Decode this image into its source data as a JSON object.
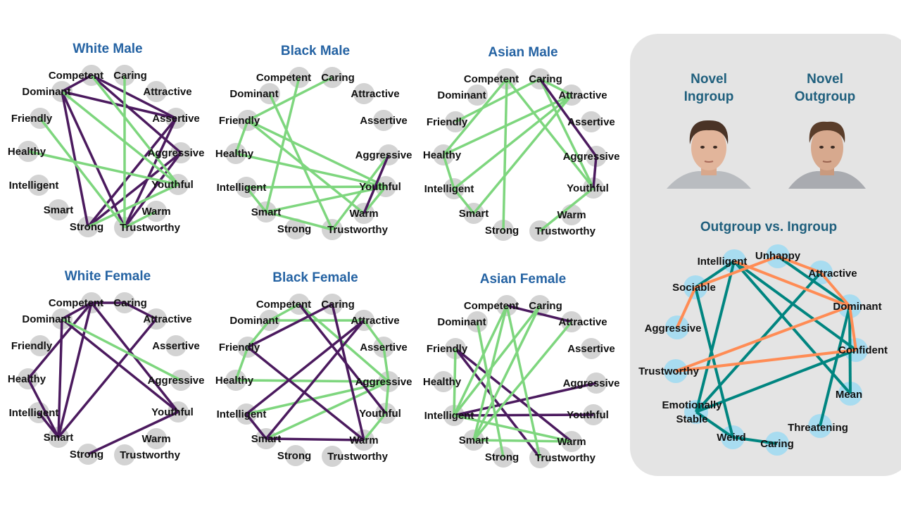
{
  "colors": {
    "negative": "#4b1a5e",
    "positive": "#7ed67e",
    "node": "#d3d3d3",
    "rnode": "#a8dcf0",
    "teal": "#008580",
    "orange": "#ff8c55",
    "title": "#2563a3",
    "panel_bg": "#e4e4e4"
  },
  "panels": [
    {
      "title": "White Male",
      "nodes": [
        "Competent",
        "Caring",
        "Attractive",
        "Assertive",
        "Aggressive",
        "Youthful",
        "Warm",
        "Trustworthy",
        "Strong",
        "Smart",
        "Intelligent",
        "Healthy",
        "Friendly",
        "Dominant"
      ],
      "edges": [
        [
          "Dominant",
          "Competent",
          "negative"
        ],
        [
          "Dominant",
          "Assertive",
          "negative"
        ],
        [
          "Dominant",
          "Strong",
          "negative"
        ],
        [
          "Dominant",
          "Trustworthy",
          "negative"
        ],
        [
          "Competent",
          "Assertive",
          "negative"
        ],
        [
          "Competent",
          "Aggressive",
          "negative"
        ],
        [
          "Assertive",
          "Strong",
          "negative"
        ],
        [
          "Assertive",
          "Trustworthy",
          "negative"
        ],
        [
          "Aggressive",
          "Strong",
          "negative"
        ],
        [
          "Aggressive",
          "Trustworthy",
          "negative"
        ],
        [
          "Caring",
          "Trustworthy",
          "positive"
        ],
        [
          "Competent",
          "Youthful",
          "positive"
        ],
        [
          "Dominant",
          "Youthful",
          "positive"
        ],
        [
          "Friendly",
          "Trustworthy",
          "positive"
        ],
        [
          "Healthy",
          "Youthful",
          "positive"
        ],
        [
          "Youthful",
          "Strong",
          "positive"
        ],
        [
          "Warm",
          "Trustworthy",
          "positive"
        ]
      ]
    },
    {
      "title": "Black Male",
      "nodes": [
        "Competent",
        "Caring",
        "Attractive",
        "Assertive",
        "Aggressive",
        "Youthful",
        "Warm",
        "Trustworthy",
        "Strong",
        "Smart",
        "Intelligent",
        "Healthy",
        "Friendly",
        "Dominant"
      ],
      "edges": [
        [
          "Caring",
          "Friendly",
          "positive"
        ],
        [
          "Competent",
          "Smart",
          "positive"
        ],
        [
          "Dominant",
          "Trustworthy",
          "positive"
        ],
        [
          "Friendly",
          "Healthy",
          "positive"
        ],
        [
          "Friendly",
          "Youthful",
          "positive"
        ],
        [
          "Friendly",
          "Warm",
          "positive"
        ],
        [
          "Healthy",
          "Youthful",
          "positive"
        ],
        [
          "Intelligent",
          "Youthful",
          "positive"
        ],
        [
          "Intelligent",
          "Smart",
          "positive"
        ],
        [
          "Smart",
          "Youthful",
          "positive"
        ],
        [
          "Smart",
          "Trustworthy",
          "positive"
        ],
        [
          "Aggressive",
          "Trustworthy",
          "positive"
        ],
        [
          "Youthful",
          "Warm",
          "positive"
        ],
        [
          "Aggressive",
          "Warm",
          "negative"
        ]
      ]
    },
    {
      "title": "Asian Male",
      "nodes": [
        "Competent",
        "Caring",
        "Attractive",
        "Assertive",
        "Aggressive",
        "Youthful",
        "Warm",
        "Trustworthy",
        "Strong",
        "Smart",
        "Intelligent",
        "Healthy",
        "Friendly",
        "Dominant"
      ],
      "edges": [
        [
          "Competent",
          "Healthy",
          "positive"
        ],
        [
          "Competent",
          "Strong",
          "positive"
        ],
        [
          "Competent",
          "Youthful",
          "positive"
        ],
        [
          "Caring",
          "Friendly",
          "positive"
        ],
        [
          "Caring",
          "Attractive",
          "positive"
        ],
        [
          "Caring",
          "Youthful",
          "positive"
        ],
        [
          "Attractive",
          "Healthy",
          "positive"
        ],
        [
          "Attractive",
          "Intelligent",
          "positive"
        ],
        [
          "Attractive",
          "Smart",
          "positive"
        ],
        [
          "Healthy",
          "Intelligent",
          "positive"
        ],
        [
          "Intelligent",
          "Smart",
          "positive"
        ],
        [
          "Youthful",
          "Trustworthy",
          "positive"
        ],
        [
          "Caring",
          "Aggressive",
          "negative"
        ],
        [
          "Aggressive",
          "Youthful",
          "negative"
        ]
      ]
    },
    {
      "title": "White Female",
      "nodes": [
        "Competent",
        "Caring",
        "Attractive",
        "Assertive",
        "Aggressive",
        "Youthful",
        "Warm",
        "Trustworthy",
        "Strong",
        "Smart",
        "Intelligent",
        "Healthy",
        "Friendly",
        "Dominant"
      ],
      "edges": [
        [
          "Dominant",
          "Competent",
          "negative"
        ],
        [
          "Competent",
          "Caring",
          "negative"
        ],
        [
          "Caring",
          "Attractive",
          "negative"
        ],
        [
          "Competent",
          "Healthy",
          "negative"
        ],
        [
          "Competent",
          "Smart",
          "negative"
        ],
        [
          "Dominant",
          "Smart",
          "negative"
        ],
        [
          "Competent",
          "Youthful",
          "negative"
        ],
        [
          "Dominant",
          "Youthful",
          "negative"
        ],
        [
          "Attractive",
          "Smart",
          "negative"
        ],
        [
          "Healthy",
          "Smart",
          "negative"
        ],
        [
          "Intelligent",
          "Smart",
          "negative"
        ],
        [
          "Youthful",
          "Strong",
          "negative"
        ],
        [
          "Dominant",
          "Aggressive",
          "positive"
        ]
      ]
    },
    {
      "title": "Black Female",
      "nodes": [
        "Competent",
        "Caring",
        "Attractive",
        "Assertive",
        "Aggressive",
        "Youthful",
        "Warm",
        "Trustworthy",
        "Strong",
        "Smart",
        "Intelligent",
        "Healthy",
        "Friendly",
        "Dominant"
      ],
      "edges": [
        [
          "Dominant",
          "Competent",
          "positive"
        ],
        [
          "Dominant",
          "Attractive",
          "positive"
        ],
        [
          "Dominant",
          "Friendly",
          "positive"
        ],
        [
          "Friendly",
          "Healthy",
          "positive"
        ],
        [
          "Competent",
          "Aggressive",
          "positive"
        ],
        [
          "Attractive",
          "Assertive",
          "positive"
        ],
        [
          "Assertive",
          "Aggressive",
          "positive"
        ],
        [
          "Healthy",
          "Aggressive",
          "positive"
        ],
        [
          "Intelligent",
          "Aggressive",
          "positive"
        ],
        [
          "Smart",
          "Aggressive",
          "positive"
        ],
        [
          "Aggressive",
          "Youthful",
          "positive"
        ],
        [
          "Youthful",
          "Warm",
          "positive"
        ],
        [
          "Caring",
          "Friendly",
          "negative"
        ],
        [
          "Competent",
          "Youthful",
          "negative"
        ],
        [
          "Caring",
          "Warm",
          "negative"
        ],
        [
          "Attractive",
          "Intelligent",
          "negative"
        ],
        [
          "Attractive",
          "Smart",
          "negative"
        ],
        [
          "Friendly",
          "Warm",
          "negative"
        ],
        [
          "Intelligent",
          "Smart",
          "negative"
        ],
        [
          "Smart",
          "Warm",
          "negative"
        ]
      ]
    },
    {
      "title": "Asian Female",
      "nodes": [
        "Competent",
        "Caring",
        "Attractive",
        "Assertive",
        "Aggressive",
        "Youthful",
        "Warm",
        "Trustworthy",
        "Strong",
        "Smart",
        "Intelligent",
        "Healthy",
        "Friendly",
        "Dominant"
      ],
      "edges": [
        [
          "Competent",
          "Attractive",
          "negative"
        ],
        [
          "Friendly",
          "Warm",
          "negative"
        ],
        [
          "Friendly",
          "Trustworthy",
          "negative"
        ],
        [
          "Intelligent",
          "Aggressive",
          "negative"
        ],
        [
          "Intelligent",
          "Youthful",
          "negative"
        ],
        [
          "Competent",
          "Intelligent",
          "positive"
        ],
        [
          "Competent",
          "Smart",
          "positive"
        ],
        [
          "Competent",
          "Trustworthy",
          "positive"
        ],
        [
          "Caring",
          "Intelligent",
          "positive"
        ],
        [
          "Caring",
          "Smart",
          "positive"
        ],
        [
          "Attractive",
          "Smart",
          "positive"
        ],
        [
          "Dominant",
          "Strong",
          "positive"
        ],
        [
          "Friendly",
          "Intelligent",
          "positive"
        ],
        [
          "Intelligent",
          "Warm",
          "positive"
        ],
        [
          "Smart",
          "Warm",
          "positive"
        ]
      ]
    }
  ],
  "comparison": {
    "ingroup_title_line1": "Novel",
    "ingroup_title_line2": "Ingroup",
    "outgroup_title_line1": "Novel",
    "outgroup_title_line2": "Outgroup",
    "network_title": "Outgroup vs. Ingroup",
    "nodes": [
      "Intelligent",
      "Unhappy",
      "Attractive",
      "Dominant",
      "Confident",
      "Mean",
      "Threatening",
      "Caring",
      "Weird",
      "Emotionally Stable",
      "Trustworthy",
      "Aggressive",
      "Sociable"
    ],
    "edges": [
      [
        "Intelligent",
        "Sociable",
        "teal"
      ],
      [
        "Unhappy",
        "Dominant",
        "teal"
      ],
      [
        "Intelligent",
        "Confident",
        "teal"
      ],
      [
        "Intelligent",
        "Mean",
        "teal"
      ],
      [
        "Intelligent",
        "Emotionally Stable",
        "teal"
      ],
      [
        "Sociable",
        "Weird",
        "teal"
      ],
      [
        "Attractive",
        "Emotionally Stable",
        "teal"
      ],
      [
        "Dominant",
        "Mean",
        "teal"
      ],
      [
        "Dominant",
        "Threatening",
        "teal"
      ],
      [
        "Confident",
        "Emotionally Stable",
        "teal"
      ],
      [
        "Emotionally Stable",
        "Weird",
        "teal"
      ],
      [
        "Weird",
        "Caring",
        "teal"
      ],
      [
        "Sociable",
        "Unhappy",
        "orange"
      ],
      [
        "Intelligent",
        "Dominant",
        "orange"
      ],
      [
        "Unhappy",
        "Attractive",
        "orange"
      ],
      [
        "Attractive",
        "Dominant",
        "orange"
      ],
      [
        "Dominant",
        "Confident",
        "orange"
      ],
      [
        "Aggressive",
        "Sociable",
        "orange"
      ],
      [
        "Trustworthy",
        "Dominant",
        "orange"
      ],
      [
        "Trustworthy",
        "Confident",
        "orange"
      ]
    ]
  }
}
